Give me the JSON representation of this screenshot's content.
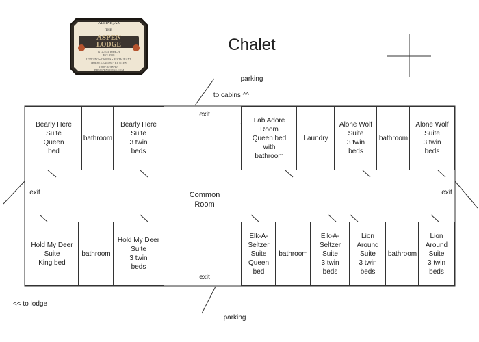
{
  "logo": {
    "location": "ALPINE, AZ",
    "the": "THE",
    "name_line1": "ASPEN",
    "name_line2": "LODGE",
    "tagline": "& GUEST RANCH",
    "est": "EST. 1908",
    "services1": "LODGING • CABINS • RESTAURANT",
    "services2": "HORSE LEASING • RV SITES",
    "phone": "1-888-30-ASPEN",
    "website": "THEASPENLODGE.COM"
  },
  "title": "Chalet",
  "rooms": {
    "bearly_here_queen": "Bearly Here\nSuite\nQueen\nbed",
    "bath_top_left": "bathroom",
    "bearly_here_twin": "Bearly Here\nSuite\n3 twin\nbeds",
    "lab_adore": "Lab Adore\nRoom\nQueen bed\nwith\nbathroom",
    "laundry": "Laundry",
    "alone_wolf_1": "Alone Wolf\nSuite\n3 twin\nbeds",
    "bath_top_right": "bathroom",
    "alone_wolf_2": "Alone Wolf\nSuite\n3 twin\nbeds",
    "hold_my_deer_king": "Hold My Deer\nSuite\nKing bed",
    "bath_bottom_left": "bathroom",
    "hold_my_deer_twin": "Hold My Deer\nSuite\n3 twin\nbeds",
    "elk_queen": "Elk-A-Seltzer\nSuite\nQueen\nbed",
    "bath_bottom_mid": "bathroom",
    "elk_twin": "Elk-A-Seltzer\nSuite\n3 twin\nbeds",
    "lion_1": "Lion\nAround\nSuite\n3 twin\nbeds",
    "bath_bottom_right": "bathroom",
    "lion_2": "Lion\nAround\nSuite\n3 twin\nbeds"
  },
  "labels": {
    "common_room": "Common\nRoom",
    "exit_top": "exit",
    "exit_bottom": "exit",
    "exit_left": "exit",
    "exit_right": "exit",
    "parking_top": "parking",
    "parking_bottom": "parking",
    "to_cabins": "to cabins ^^",
    "to_lodge": "<< to lodge"
  }
}
